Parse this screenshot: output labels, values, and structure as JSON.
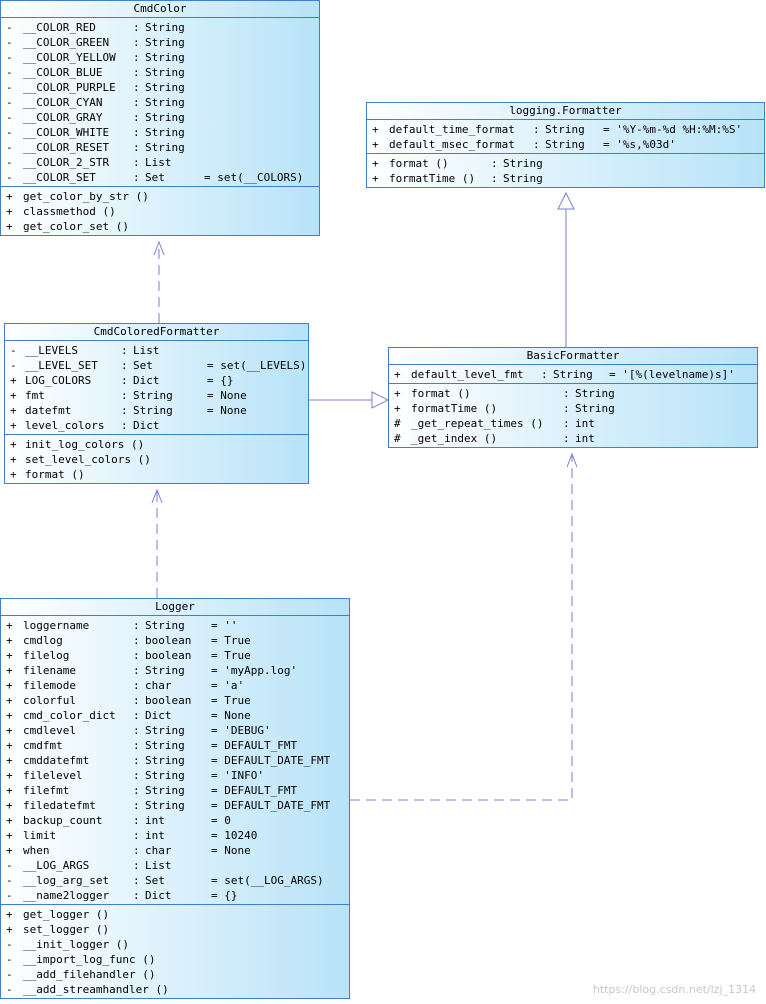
{
  "classes": [
    {
      "id": "cmdcolor",
      "name": "CmdColor",
      "attributes": [
        {
          "vis": "-",
          "name": "__COLOR_RED",
          "type": "String",
          "default": ""
        },
        {
          "vis": "-",
          "name": "__COLOR_GREEN",
          "type": "String",
          "default": ""
        },
        {
          "vis": "-",
          "name": "__COLOR_YELLOW",
          "type": "String",
          "default": ""
        },
        {
          "vis": "-",
          "name": "__COLOR_BLUE",
          "type": "String",
          "default": ""
        },
        {
          "vis": "-",
          "name": "__COLOR_PURPLE",
          "type": "String",
          "default": ""
        },
        {
          "vis": "-",
          "name": "__COLOR_CYAN",
          "type": "String",
          "default": ""
        },
        {
          "vis": "-",
          "name": "__COLOR_GRAY",
          "type": "String",
          "default": ""
        },
        {
          "vis": "-",
          "name": "__COLOR_WHITE",
          "type": "String",
          "default": ""
        },
        {
          "vis": "-",
          "name": "__COLOR_RESET",
          "type": "String",
          "default": ""
        },
        {
          "vis": "-",
          "name": "__COLOR_2_STR",
          "type": "List",
          "default": ""
        },
        {
          "vis": "-",
          "name": "__COLOR_SET",
          "type": "Set",
          "default": "= set(__COLORS)"
        }
      ],
      "methods": [
        {
          "vis": "+",
          "name": "get_color_by_str ()",
          "type": ""
        },
        {
          "vis": "+",
          "name": "classmethod ()",
          "type": ""
        },
        {
          "vis": "+",
          "name": "get_color_set ()",
          "type": ""
        }
      ]
    },
    {
      "id": "formatter",
      "name": "logging.Formatter",
      "attributes": [
        {
          "vis": "+",
          "name": "default_time_format",
          "type": "String",
          "default": "= '%Y-%m-%d %H:%M:%S'"
        },
        {
          "vis": "+",
          "name": "default_msec_format",
          "type": "String",
          "default": "= '%s,%03d'"
        }
      ],
      "methods": [
        {
          "vis": "+",
          "name": "format ()",
          "type": "String"
        },
        {
          "vis": "+",
          "name": "formatTime ()",
          "type": "String"
        }
      ]
    },
    {
      "id": "cmdcolored",
      "name": "CmdColoredFormatter",
      "attributes": [
        {
          "vis": "-",
          "name": "__LEVELS",
          "type": "List",
          "default": ""
        },
        {
          "vis": "-",
          "name": "__LEVEL_SET",
          "type": "Set",
          "default": "= set(__LEVELS)"
        },
        {
          "vis": "+",
          "name": "LOG_COLORS",
          "type": "Dict",
          "default": "= {}"
        },
        {
          "vis": "+",
          "name": "fmt",
          "type": "String",
          "default": "= None"
        },
        {
          "vis": "+",
          "name": "datefmt",
          "type": "String",
          "default": "= None"
        },
        {
          "vis": "+",
          "name": "level_colors",
          "type": "Dict",
          "default": ""
        }
      ],
      "methods": [
        {
          "vis": "+",
          "name": "init_log_colors ()",
          "type": ""
        },
        {
          "vis": "+",
          "name": "set_level_colors ()",
          "type": ""
        },
        {
          "vis": "+",
          "name": "format ()",
          "type": ""
        }
      ]
    },
    {
      "id": "basic",
      "name": "BasicFormatter",
      "attributes": [
        {
          "vis": "+",
          "name": "default_level_fmt",
          "type": "String",
          "default": "= '[%(levelname)s]'"
        }
      ],
      "methods": [
        {
          "vis": "+",
          "name": "format ()",
          "type": "String"
        },
        {
          "vis": "+",
          "name": "formatTime ()",
          "type": "String"
        },
        {
          "vis": "#",
          "name": "_get_repeat_times ()",
          "type": "int"
        },
        {
          "vis": "#",
          "name": "_get_index ()",
          "type": "int"
        }
      ]
    },
    {
      "id": "logger",
      "name": "Logger",
      "attributes": [
        {
          "vis": "+",
          "name": "loggername",
          "type": "String",
          "default": "= ''"
        },
        {
          "vis": "+",
          "name": "cmdlog",
          "type": "boolean",
          "default": "= True"
        },
        {
          "vis": "+",
          "name": "filelog",
          "type": "boolean",
          "default": "= True"
        },
        {
          "vis": "+",
          "name": "filename",
          "type": "String",
          "default": "= 'myApp.log'"
        },
        {
          "vis": "+",
          "name": "filemode",
          "type": "char",
          "default": "= 'a'"
        },
        {
          "vis": "+",
          "name": "colorful",
          "type": "boolean",
          "default": "= True"
        },
        {
          "vis": "+",
          "name": "cmd_color_dict",
          "type": "Dict",
          "default": "= None"
        },
        {
          "vis": "+",
          "name": "cmdlevel",
          "type": "String",
          "default": "= 'DEBUG'"
        },
        {
          "vis": "+",
          "name": "cmdfmt",
          "type": "String",
          "default": "= DEFAULT_FMT"
        },
        {
          "vis": "+",
          "name": "cmddatefmt",
          "type": "String",
          "default": "= DEFAULT_DATE_FMT"
        },
        {
          "vis": "+",
          "name": "filelevel",
          "type": "String",
          "default": "= 'INFO'"
        },
        {
          "vis": "+",
          "name": "filefmt",
          "type": "String",
          "default": "= DEFAULT_FMT"
        },
        {
          "vis": "+",
          "name": "filedatefmt",
          "type": "String",
          "default": "= DEFAULT_DATE_FMT"
        },
        {
          "vis": "+",
          "name": "backup_count",
          "type": "int",
          "default": "= 0"
        },
        {
          "vis": "+",
          "name": "limit",
          "type": "int",
          "default": "= 10240"
        },
        {
          "vis": "+",
          "name": "when",
          "type": "char",
          "default": "= None"
        },
        {
          "vis": "-",
          "name": "__LOG_ARGS",
          "type": "List",
          "default": ""
        },
        {
          "vis": "-",
          "name": "__log_arg_set",
          "type": "Set",
          "default": "= set(__LOG_ARGS)"
        },
        {
          "vis": "-",
          "name": "__name2logger",
          "type": "Dict",
          "default": "= {}"
        }
      ],
      "methods": [
        {
          "vis": "+",
          "name": "get_logger ()",
          "type": ""
        },
        {
          "vis": "+",
          "name": "set_logger ()",
          "type": ""
        },
        {
          "vis": "-",
          "name": "__init_logger ()",
          "type": ""
        },
        {
          "vis": "-",
          "name": "__import_log_func ()",
          "type": ""
        },
        {
          "vis": "-",
          "name": "__add_filehandler ()",
          "type": ""
        },
        {
          "vis": "-",
          "name": "__add_streamhandler ()",
          "type": ""
        }
      ]
    }
  ],
  "watermark": "https://blog.csdn.net/lzj_1314",
  "colors": {
    "border": "#3e7fd0",
    "connector": "#7a7fd6"
  }
}
